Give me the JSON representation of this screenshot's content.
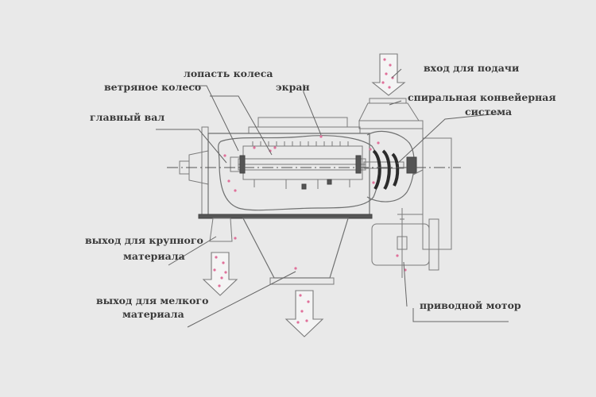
{
  "labels": {
    "feed_inlet": "вход для подачи",
    "screw_conveyor_line1": "спиральная конвейерная",
    "screw_conveyor_line2": "система",
    "wheel_blade": "лопасть колеса",
    "wind_wheel": "ветряное колесо",
    "screen": "экран",
    "main_shaft": "главный вал",
    "coarse_outlet_line1": "выход для крупного",
    "coarse_outlet_line2": "материала",
    "fine_outlet_line1": "выход для мелкого",
    "fine_outlet_line2": "материала",
    "drive_motor": "приводной мотор"
  },
  "colors": {
    "background": "#e9e9e9",
    "line": "#6f7070",
    "particles": "#e0709a"
  }
}
